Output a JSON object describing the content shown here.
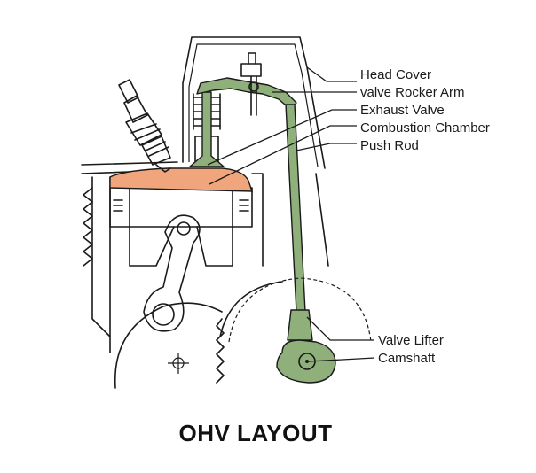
{
  "title": "OHV LAYOUT",
  "colors": {
    "valvetrain": "#8fb07a",
    "combustion_chamber": "#f0a57c",
    "outline": "#1a1a1a"
  },
  "labels": {
    "head_cover": "Head Cover",
    "rocker_arm": "valve Rocker Arm",
    "exhaust_valve": "Exhaust Valve",
    "combustion_chamber": "Combustion Chamber",
    "push_rod": "Push Rod",
    "valve_lifter": "Valve Lifter",
    "camshaft": "Camshaft"
  }
}
